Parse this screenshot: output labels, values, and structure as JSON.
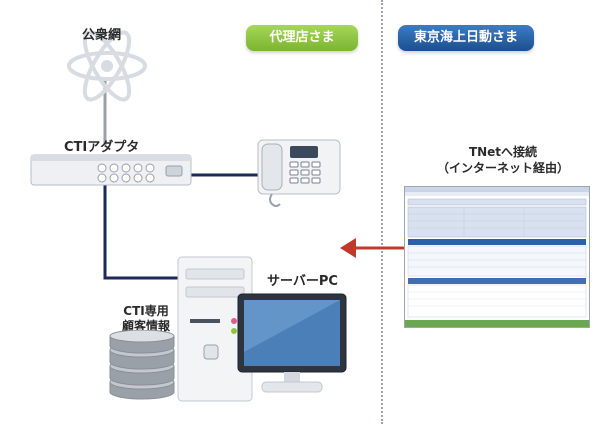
{
  "labels": {
    "public_network": "公衆網",
    "agent_badge": "代理店さま",
    "insurer_badge": "東京海上日動さま",
    "cti_adapter": "CTIアダプタ",
    "server_pc": "サーバーPC",
    "cti_customer_db_line1": "CTI専用",
    "cti_customer_db_line2": "顧客情報",
    "tnet_line1": "TNetへ接続",
    "tnet_line2": "（インターネット経由）"
  },
  "colors": {
    "agent_badge": "#8cc63f",
    "insurer_badge": "#1f5fa8",
    "connector_line": "#1c2a5a",
    "arrow": "#c0392b"
  }
}
